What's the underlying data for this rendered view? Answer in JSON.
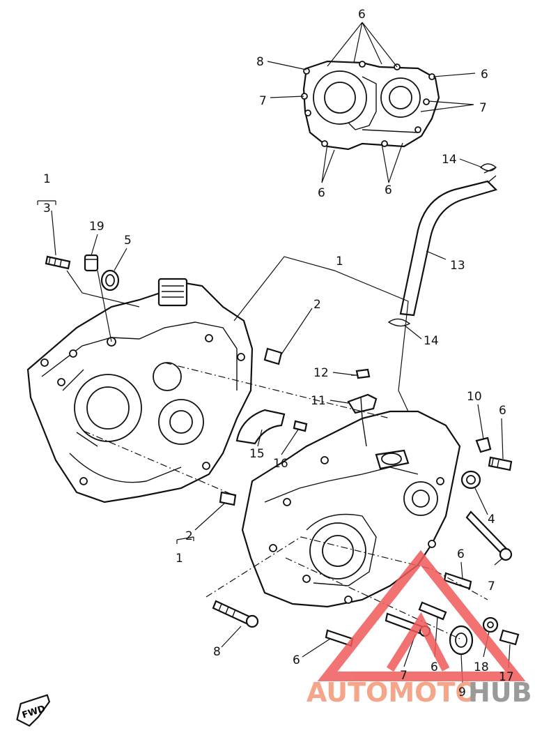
{
  "callouts": [
    {
      "id": "c-6a",
      "text": "6"
    },
    {
      "id": "c-8a",
      "text": "8"
    },
    {
      "id": "c-6b",
      "text": "6"
    },
    {
      "id": "c-7a",
      "text": "7"
    },
    {
      "id": "c-7b",
      "text": "7"
    },
    {
      "id": "c-6c",
      "text": "6"
    },
    {
      "id": "c-6d",
      "text": "6"
    },
    {
      "id": "c-14a",
      "text": "14"
    },
    {
      "id": "c-1a",
      "text": "1"
    },
    {
      "id": "c-3",
      "text": "3"
    },
    {
      "id": "c-19",
      "text": "19"
    },
    {
      "id": "c-5",
      "text": "5"
    },
    {
      "id": "c-13",
      "text": "13"
    },
    {
      "id": "c-1b",
      "text": "1"
    },
    {
      "id": "c-2a",
      "text": "2"
    },
    {
      "id": "c-14b",
      "text": "14"
    },
    {
      "id": "c-12",
      "text": "12"
    },
    {
      "id": "c-11",
      "text": "11"
    },
    {
      "id": "c-10",
      "text": "10"
    },
    {
      "id": "c-6e",
      "text": "6"
    },
    {
      "id": "c-15",
      "text": "15"
    },
    {
      "id": "c-16",
      "text": "16"
    },
    {
      "id": "c-4",
      "text": "4"
    },
    {
      "id": "c-2b",
      "text": "2"
    },
    {
      "id": "c-1c",
      "text": "1"
    },
    {
      "id": "c-6f",
      "text": "6"
    },
    {
      "id": "c-7c",
      "text": "7"
    },
    {
      "id": "c-8b",
      "text": "8"
    },
    {
      "id": "c-6g",
      "text": "6"
    },
    {
      "id": "c-7d",
      "text": "7"
    },
    {
      "id": "c-6h",
      "text": "6"
    },
    {
      "id": "c-9",
      "text": "9"
    },
    {
      "id": "c-18",
      "text": "18"
    },
    {
      "id": "c-17",
      "text": "17"
    }
  ],
  "fwd_label": "FWD",
  "watermark": {
    "text_a": "AUTOMOTO",
    "text_b": "HUB",
    "color_a": "#f4a58a",
    "color_b": "#9a9a9a",
    "logo_color": "#f05a5a"
  }
}
